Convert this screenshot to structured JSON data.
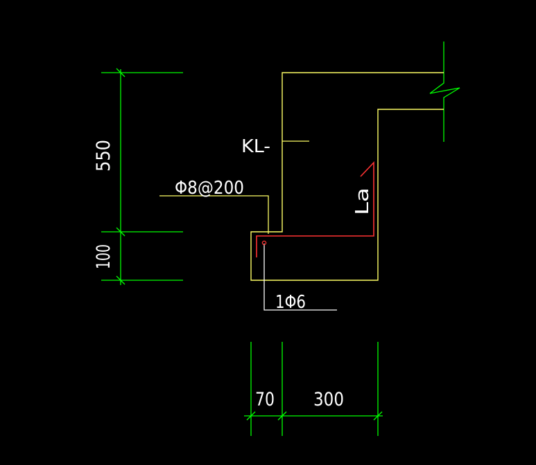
{
  "drawing": {
    "background": "#000000",
    "colors": {
      "dimension": "#00ff00",
      "outline": "#ffff66",
      "rebar": "#ff3333",
      "text": "#ffffff"
    },
    "labels": {
      "beam": "KL-",
      "stirrup": "Φ8@200",
      "bar": "1Φ6",
      "anchorage": "La"
    },
    "dimensions": {
      "height_main": "550",
      "height_ledge": "100",
      "width_ledge": "70",
      "width_beam": "300"
    }
  }
}
